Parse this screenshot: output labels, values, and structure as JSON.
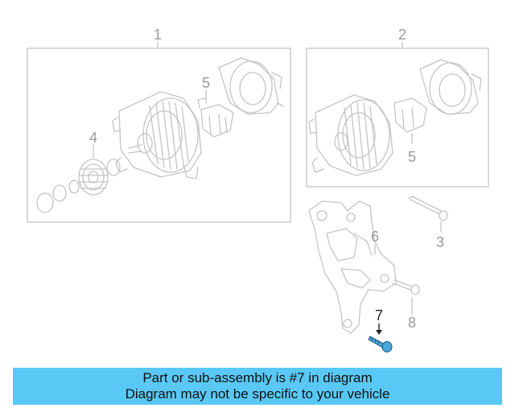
{
  "callouts": {
    "c1": "1",
    "c2": "2",
    "c3": "3",
    "c4": "4",
    "c5a": "5",
    "c5b": "5",
    "c6": "6",
    "c7": "7",
    "c8": "8"
  },
  "banner": {
    "line1": "Part or sub-assembly is #7 in diagram",
    "line2": "Diagram may not be specific to your vehicle"
  },
  "colors": {
    "banner_bg": "#5ac8f5",
    "highlight_part": "#4aa8dc",
    "line_art": "#bdbdbd",
    "callout_text": "#9a9a9a"
  }
}
